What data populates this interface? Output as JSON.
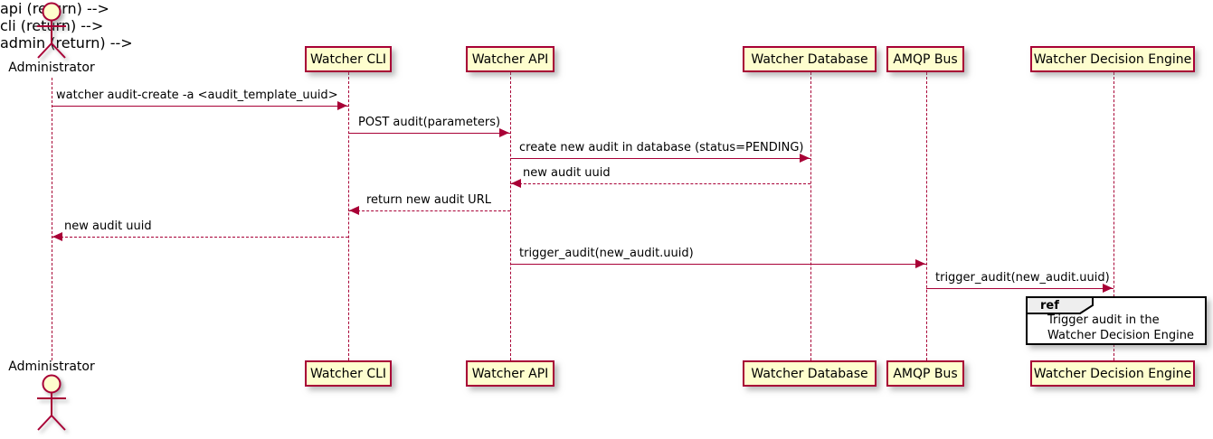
{
  "diagram_type": "uml-sequence-diagram",
  "participants": [
    {
      "name": "Administrator",
      "kind": "actor"
    },
    {
      "name": "Watcher CLI",
      "kind": "participant"
    },
    {
      "name": "Watcher API",
      "kind": "participant"
    },
    {
      "name": "Watcher Database",
      "kind": "participant"
    },
    {
      "name": "AMQP Bus",
      "kind": "participant"
    },
    {
      "name": "Watcher Decision Engine",
      "kind": "participant"
    }
  ],
  "messages": [
    {
      "from": "Administrator",
      "to": "Watcher CLI",
      "style": "solid",
      "label": "watcher audit-create -a <audit_template_uuid>"
    },
    {
      "from": "Watcher CLI",
      "to": "Watcher API",
      "style": "solid",
      "label": "POST audit(parameters)"
    },
    {
      "from": "Watcher API",
      "to": "Watcher Database",
      "style": "solid",
      "label": "create new audit in database (status=PENDING)"
    },
    {
      "from": "Watcher Database",
      "to": "Watcher API",
      "style": "return",
      "label": "new audit uuid"
    },
    {
      "from": "Watcher API",
      "to": "Watcher CLI",
      "style": "return",
      "label": "return new audit URL"
    },
    {
      "from": "Watcher CLI",
      "to": "Administrator",
      "style": "return",
      "label": "new audit uuid"
    },
    {
      "from": "Watcher API",
      "to": "AMQP Bus",
      "style": "solid",
      "label": "trigger_audit(new_audit.uuid)"
    },
    {
      "from": "AMQP Bus",
      "to": "Watcher Decision Engine",
      "style": "solid",
      "label": "trigger_audit(new_audit.uuid)"
    }
  ],
  "ref_fragment": {
    "keyword": "ref",
    "over": "Watcher Decision Engine",
    "line1": "Trigger audit in the",
    "line2": "Watcher Decision Engine"
  },
  "colors": {
    "participant_fill": "#FEFECE",
    "participant_border": "#A80036",
    "arrow": "#A80036",
    "lifeline": "#A80036",
    "ref_tab_fill": "#EEEEEE",
    "ref_border": "#000000",
    "background": "#FFFFFF"
  }
}
